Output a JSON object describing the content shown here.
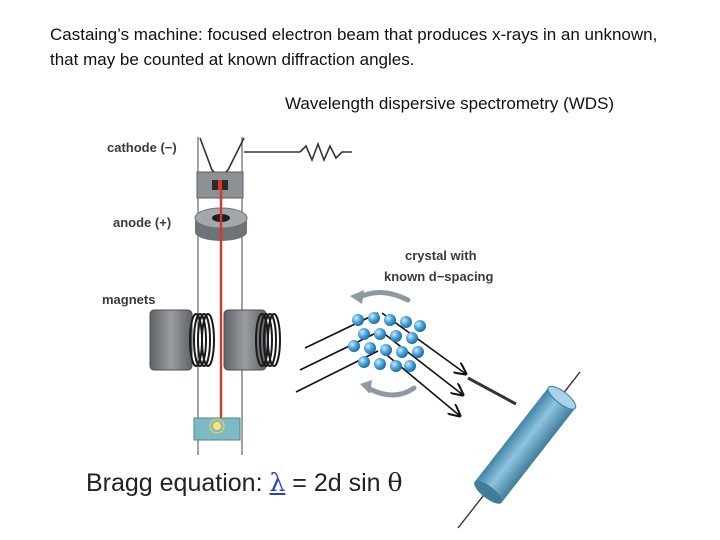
{
  "intro_text": "Castaing’s machine: focused electron beam that produces x-rays in an unknown, that may be counted at known diffraction angles.",
  "wds_title": "Wavelength dispersive spectrometry (WDS)",
  "labels": {
    "cathode": "cathode (−)",
    "anode": "anode (+)",
    "magnets": "magnets",
    "crystal_line1": "crystal with",
    "crystal_line2": "known d−spacing"
  },
  "bragg": {
    "prefix": "Bragg equation:",
    "lambda": "λ",
    "equals": "= 2d sin",
    "theta": "θ"
  },
  "colors": {
    "beam": "#d8352b",
    "crystal_sphere": "#4aa3dc",
    "detector": "#5b9fc1",
    "rotation_arrow": "#8c9aa4",
    "metal_gray": "#8a8d92"
  }
}
